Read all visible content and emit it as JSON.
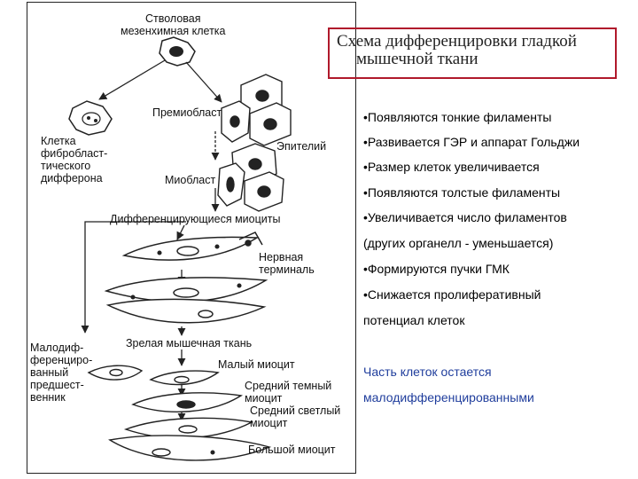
{
  "title": {
    "line1": "Схема дифференцировки гладкой",
    "line2": "мышечной ткани"
  },
  "diagram": {
    "stem_cell": "Стволовая\nмезенхимная клетка",
    "premyoblast": "Премиобласт",
    "fibroblast": "Клетка\nфибробласт-\nтического\nдифферона",
    "epithelium": "Эпителий",
    "myoblast": "Миобласт",
    "differentiating": "Дифференцирующиеся миоциты",
    "nerve_terminal": "Нервная\nтерминаль",
    "mature_tissue": "Зрелая мышечная ткань",
    "low_diff": "Малодиф-\nференциро-\nванный\nпредшест-\nвенник",
    "small_myocyte": "Малый миоцит",
    "medium_dark": "Средний темный\nмиоцит",
    "medium_light": "Средний светлый\nмиоцит",
    "large_myocyte": "Большой миоцит"
  },
  "bullets": [
    "•Появляются тонкие филаменты",
    "•Развивается ГЭР и аппарат Гольджи",
    "•Размер клеток увеличивается",
    "•Появляются толстые филаменты",
    "•Увеличивается число филаментов",
    " (других органелл - уменьшается)",
    "•Формируются пучки ГМК",
    "•Снижается пролиферативный",
    "  потенциал клеток"
  ],
  "note": {
    "line1": "Часть клеток остается",
    "line2": "малодифференцированными"
  },
  "colors": {
    "title_border": "#b0192b",
    "note_text": "#1f3d9c"
  }
}
